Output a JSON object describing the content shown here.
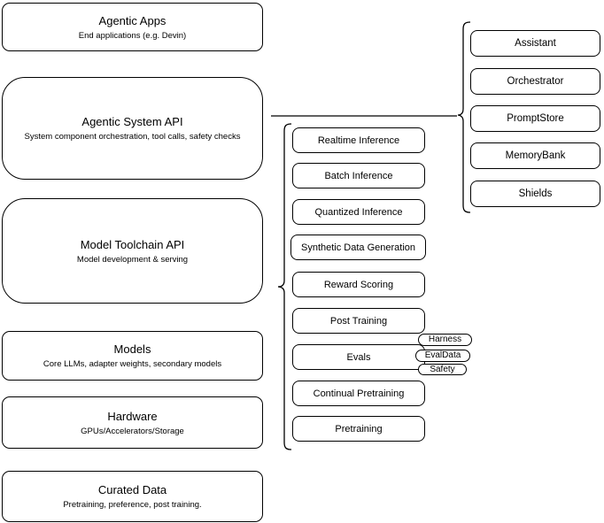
{
  "stack": [
    {
      "title": "Agentic Apps",
      "subtitle": "End applications (e.g. Devin)"
    },
    {
      "title": "Agentic System API",
      "subtitle": "System component orchestration, tool calls, safety checks"
    },
    {
      "title": "Model Toolchain API",
      "subtitle": "Model development & serving"
    },
    {
      "title": "Models",
      "subtitle": "Core LLMs, adapter weights, secondary models"
    },
    {
      "title": "Hardware",
      "subtitle": "GPUs/Accelerators/Storage"
    },
    {
      "title": "Curated Data",
      "subtitle": "Pretraining, preference, post training."
    }
  ],
  "toolchain": {
    "items": [
      {
        "label": "Realtime Inference"
      },
      {
        "label": "Batch Inference"
      },
      {
        "label": "Quantized Inference"
      },
      {
        "label": "Synthetic Data Generation"
      },
      {
        "label": "Reward Scoring"
      },
      {
        "label": "Post Training"
      },
      {
        "label": "Evals"
      },
      {
        "label": "Continual Pretraining"
      },
      {
        "label": "Pretraining"
      }
    ],
    "evals_tags": [
      {
        "label": "Harness"
      },
      {
        "label": "EvalData"
      },
      {
        "label": "Safety"
      }
    ]
  },
  "system_components": {
    "items": [
      {
        "label": "Assistant"
      },
      {
        "label": "Orchestrator"
      },
      {
        "label": "PromptStore"
      },
      {
        "label": "MemoryBank"
      },
      {
        "label": "Shields"
      }
    ]
  },
  "colors": {
    "stroke": "#000000",
    "fill": "#ffffff",
    "text": "#000000"
  }
}
